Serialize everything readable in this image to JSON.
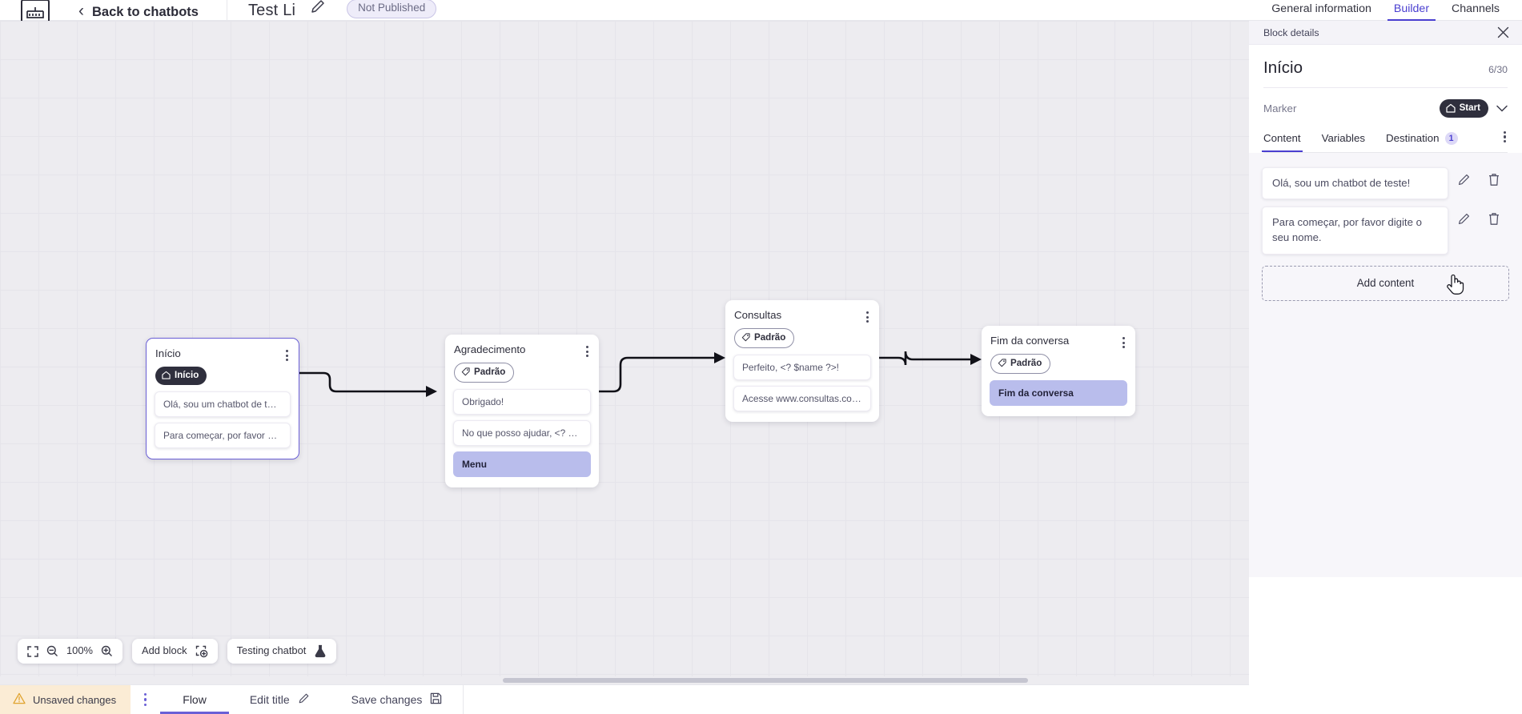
{
  "topbar": {
    "logo_icon": "chatbot-logo-icon",
    "back_icon": "chevron-left-icon",
    "back_label": "Back to chatbots",
    "bot_name": "Test Li",
    "edit_icon": "pencil-icon",
    "publish_status": "Not Published"
  },
  "right_tabs": [
    {
      "label": "General information",
      "active": false
    },
    {
      "label": "Builder",
      "active": true
    },
    {
      "label": "Channels",
      "active": false
    }
  ],
  "panel": {
    "header_label": "Block details",
    "close_icon": "close-icon",
    "title": "Início",
    "counter": "6/30",
    "marker_label": "Marker",
    "marker_value": "Start",
    "marker_icon": "home-icon",
    "marker_chevron_icon": "chevron-down-icon",
    "tabs": [
      {
        "label": "Content",
        "active": true,
        "badge": ""
      },
      {
        "label": "Variables",
        "active": false,
        "badge": ""
      },
      {
        "label": "Destination",
        "active": false,
        "badge": "1"
      }
    ],
    "tabs_overflow_icon": "kebab-menu-icon",
    "contents": [
      {
        "text": "Olá, sou um chatbot de teste!",
        "edit_icon": "pencil-icon",
        "delete_icon": "trash-icon"
      },
      {
        "text": "Para começar, por favor digite o seu nome.",
        "edit_icon": "pencil-icon",
        "delete_icon": "trash-icon"
      }
    ],
    "add_content_label": "Add content"
  },
  "canvas": {
    "nodes": [
      {
        "title": "Início",
        "tag": "Início",
        "tag_type": "start",
        "tag_icon": "home-icon",
        "selected": true,
        "kebab_icon": "kebab-menu-icon",
        "messages": [
          {
            "text": "Olá, sou um chatbot de teste!",
            "highlight": false
          },
          {
            "text": "Para começar, por favor digite o ...",
            "highlight": false
          }
        ]
      },
      {
        "title": "Agradecimento",
        "tag": "Padrão",
        "tag_type": "padrao",
        "tag_icon": "tag-icon",
        "selected": false,
        "kebab_icon": "kebab-menu-icon",
        "messages": [
          {
            "text": "Obrigado!",
            "highlight": false
          },
          {
            "text": "No que posso ajudar, <? $name ...",
            "highlight": false
          },
          {
            "text": "Menu",
            "highlight": true
          }
        ]
      },
      {
        "title": "Consultas",
        "tag": "Padrão",
        "tag_type": "padrao",
        "tag_icon": "tag-icon",
        "selected": false,
        "kebab_icon": "kebab-menu-icon",
        "messages": [
          {
            "text": "Perfeito, <? $name ?>!",
            "highlight": false
          },
          {
            "text": "Acesse www.consultas.com par...",
            "highlight": false
          }
        ]
      },
      {
        "title": "Fim da conversa",
        "tag": "Padrão",
        "tag_type": "padrao",
        "tag_icon": "tag-icon",
        "selected": false,
        "kebab_icon": "kebab-menu-icon",
        "messages": [
          {
            "text": "Fim da conversa",
            "highlight": true
          }
        ]
      }
    ],
    "toolbar": {
      "fit_icon": "fit-to-screen-icon",
      "zoom_out_icon": "zoom-out-icon",
      "zoom_level": "100%",
      "zoom_in_icon": "zoom-in-icon",
      "add_block_label": "Add block",
      "add_block_icon": "add-block-icon",
      "testing_label": "Testing chatbot",
      "testing_icon": "flask-icon"
    }
  },
  "statusbar": {
    "unsaved_icon": "warning-icon",
    "unsaved_label": "Unsaved changes",
    "kebab_icon": "kebab-menu-icon",
    "flow_label": "Flow",
    "edit_title_label": "Edit title",
    "edit_title_icon": "pencil-icon",
    "save_label": "Save changes",
    "save_icon": "save-disk-icon"
  },
  "colors": {
    "accent": "#4a3fd0",
    "highlight": "#b9bdec",
    "canvas_bg": "#edecf0",
    "warning_bg": "#fbecd5"
  }
}
